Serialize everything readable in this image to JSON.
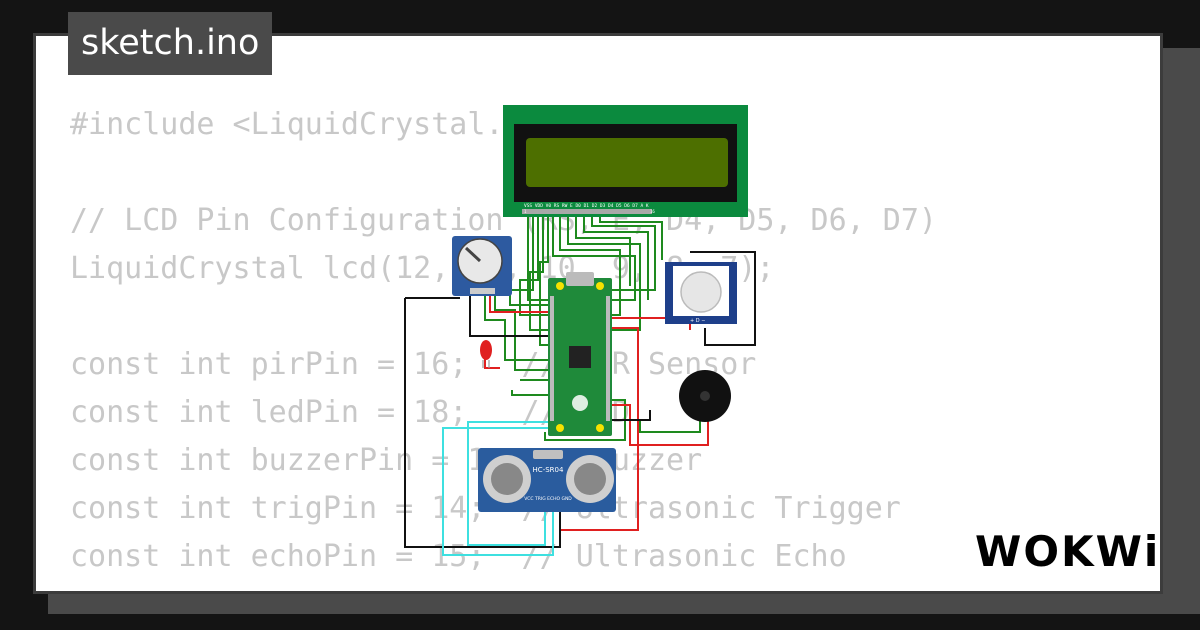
{
  "file_tab": {
    "name": "sketch.ino"
  },
  "code_lines": [
    "#include <LiquidCrystal.h>",
    "",
    "// LCD Pin Configuration (RS, E, D4, D5, D6, D7)",
    "LiquidCrystal lcd(12, 11, 10, 9, 8, 7);",
    "",
    "const int pirPin = 16;   // PIR Sensor",
    "const int ledPin = 18;   // LED",
    "const int buzzerPin = 17; // Buzzer",
    "const int trigPin = 14;  // Ultrasonic Trigger",
    "const int echoPin = 15;  // Ultrasonic Echo"
  ],
  "logo": {
    "text": "WOKWi",
    "color": "#000000"
  },
  "components": {
    "lcd": {
      "pin_labels": "VSS VDD V0 RS RW E D0 D1 D2 D3 D4 D5 D6 D7 A K",
      "pin_first": "1",
      "pin_last": "16",
      "color": "#0b8a3e",
      "screen_color": "#4d6f00"
    },
    "ultrasonic": {
      "label": "HC-SR04",
      "pins": "VCC TRIG ECHO GND",
      "color": "#2a5c9e"
    },
    "pir": {
      "pins": "+ D −",
      "color": "#1e3f8a"
    },
    "pico": {
      "color": "#1f8a3a"
    },
    "led": {
      "color": "#e02020"
    },
    "buzzer": {
      "color": "#111111"
    }
  },
  "wire_colors": {
    "green": "#1e8a1e",
    "red": "#e02020",
    "black": "#111111",
    "cyan": "#3ee0e0"
  }
}
